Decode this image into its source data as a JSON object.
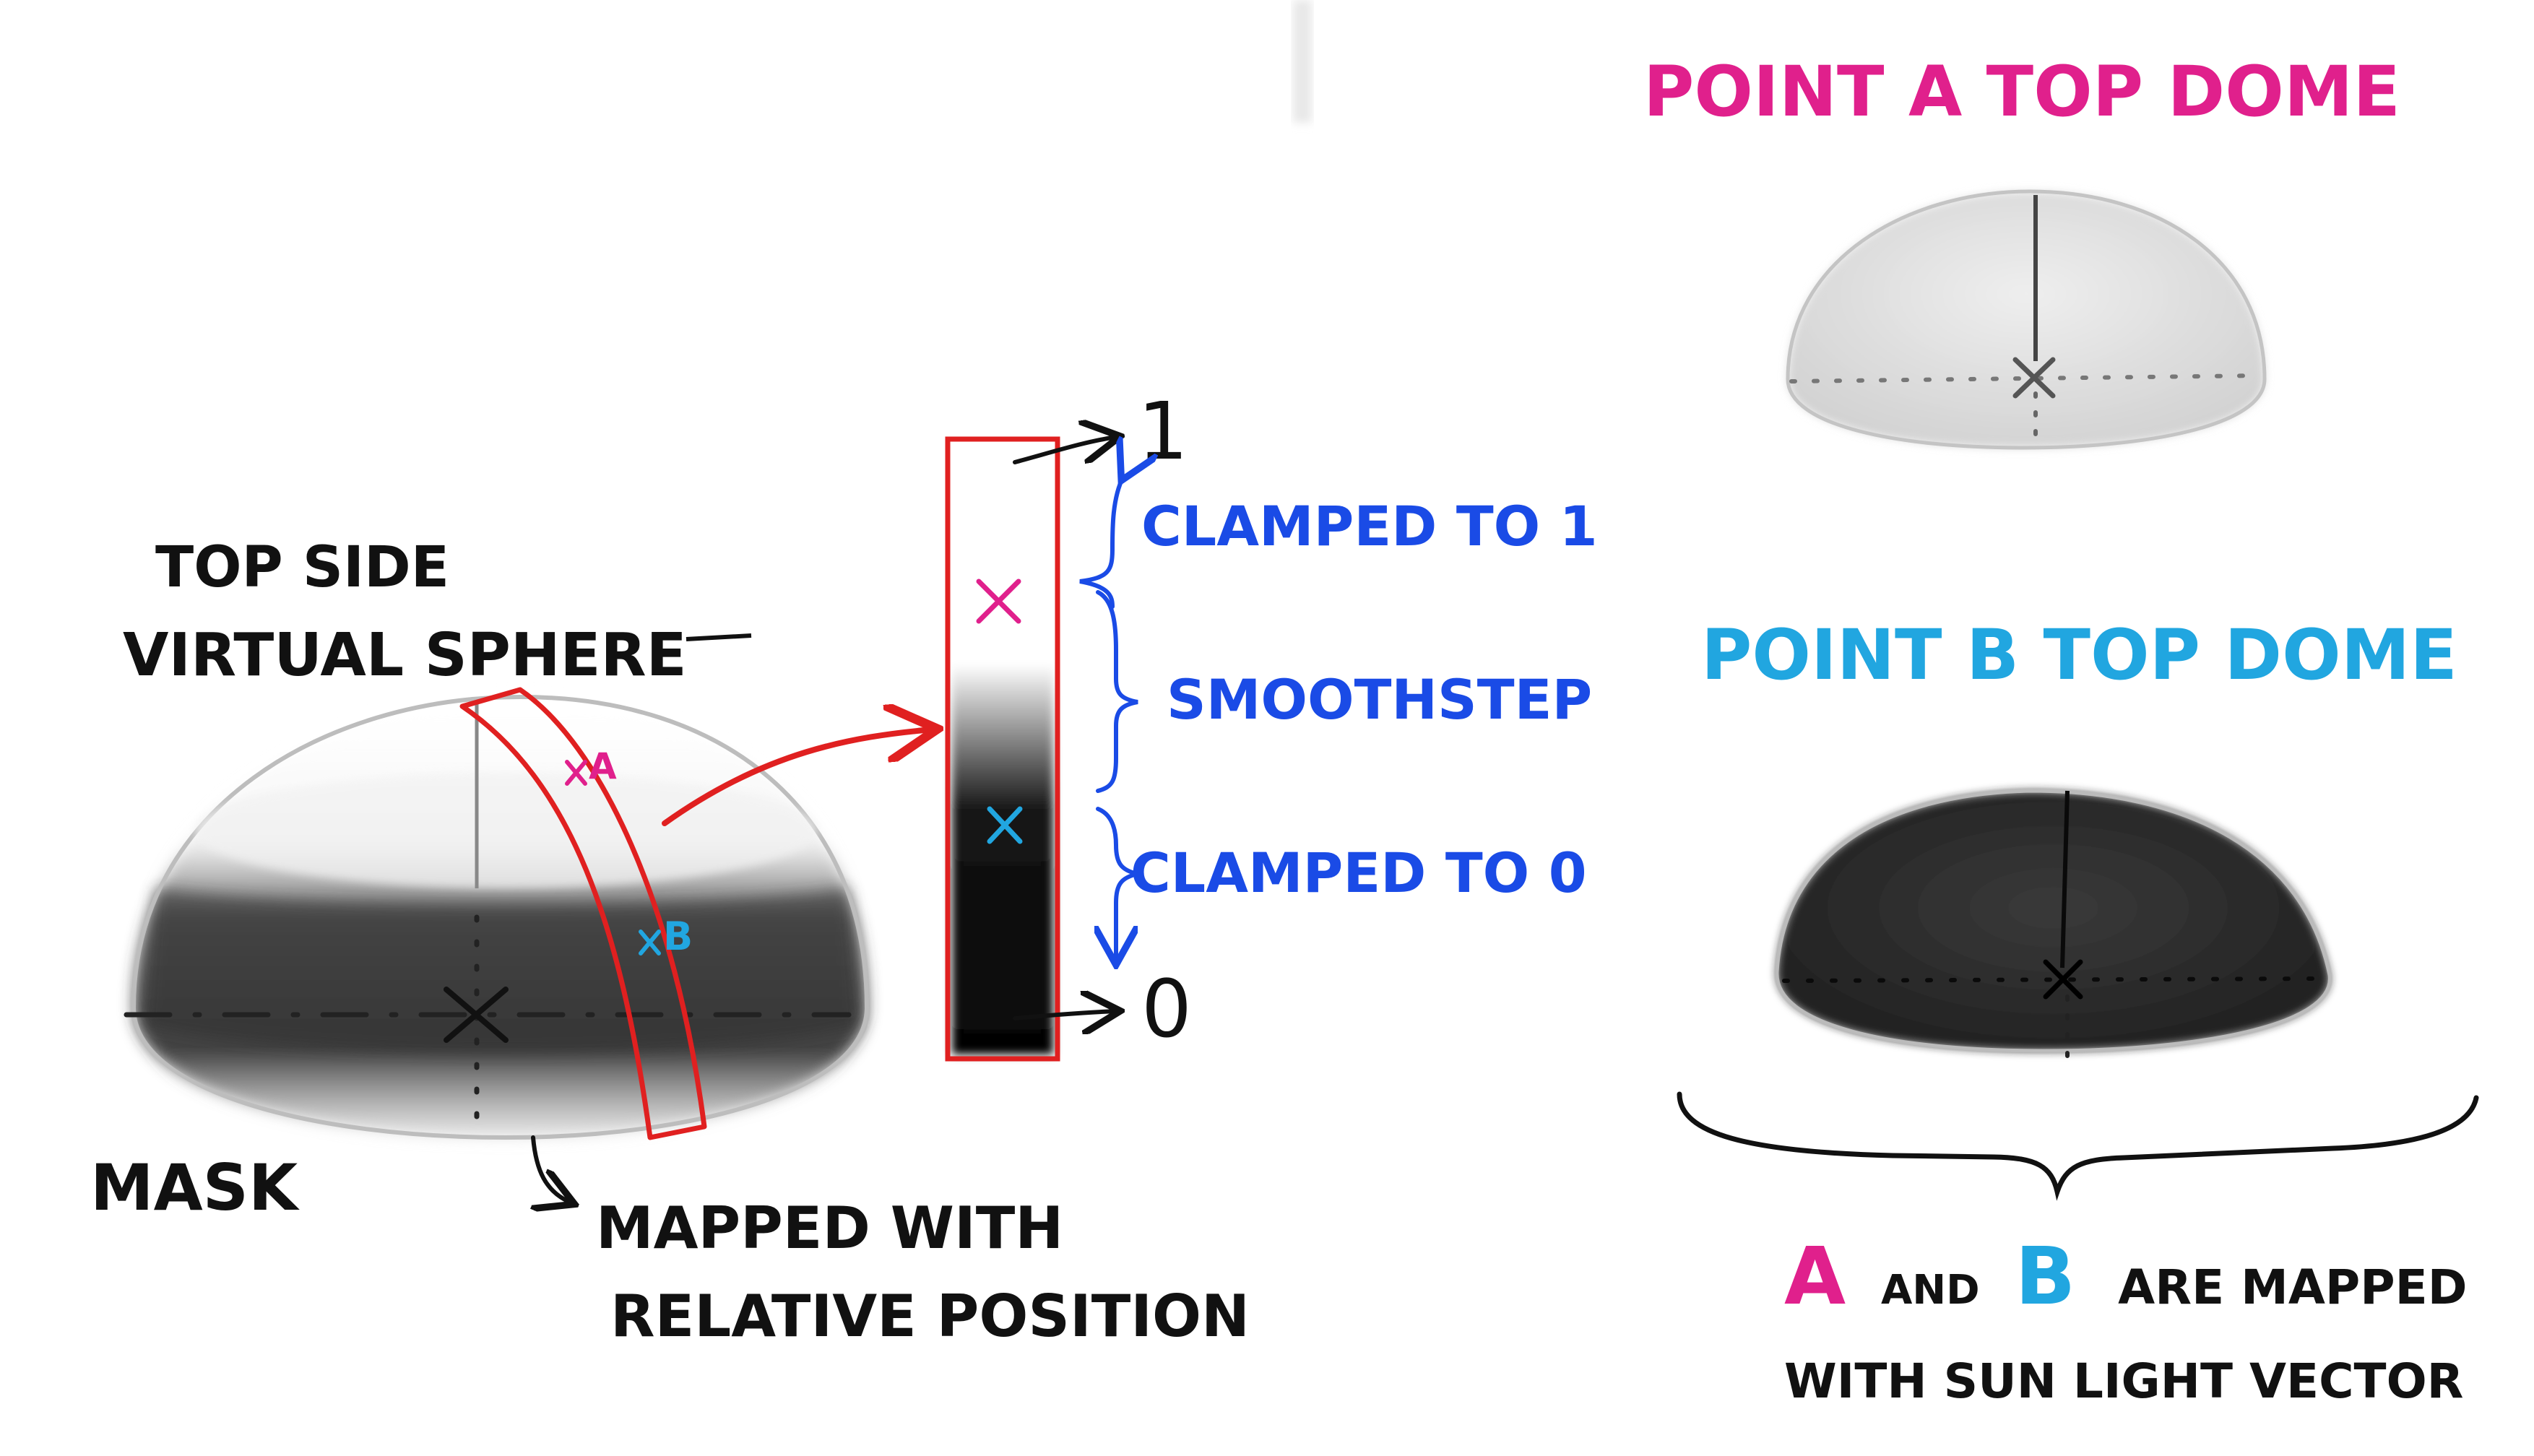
{
  "colors": {
    "magenta": "#e0208c",
    "cyan": "#21a6e0",
    "blue": "#1a4be6",
    "red": "#e02020",
    "ink": "#111111",
    "outline": "#b8b8b8",
    "axis": "#444444"
  },
  "left_panel": {
    "title_line1": "TOP SiDE",
    "title_line2": "VIRTUAL SPHERE",
    "mask_label": "MASK",
    "marker_a_label": "A",
    "marker_b_label": "B",
    "mapped_line1": "MAPPED WITH",
    "mapped_line2": "RELATIVE POSITION"
  },
  "gradient_strip": {
    "top_value": "1",
    "bottom_value": "0",
    "clamped_to_1": "CLAMPED TO 1",
    "smoothstep": "SMOOTHSTEP",
    "clamped_to_0": "CLAMPED TO 0"
  },
  "right_panel": {
    "point_a_title": "POINT A  TOP DOME",
    "point_b_title": "POINT B  TOP DOME",
    "caption_a": "A",
    "caption_and": "AND",
    "caption_b": "B",
    "caption_rest_line1": "ARE MAPPED",
    "caption_line2": "WITH SUN LIGHT VECTOR"
  }
}
